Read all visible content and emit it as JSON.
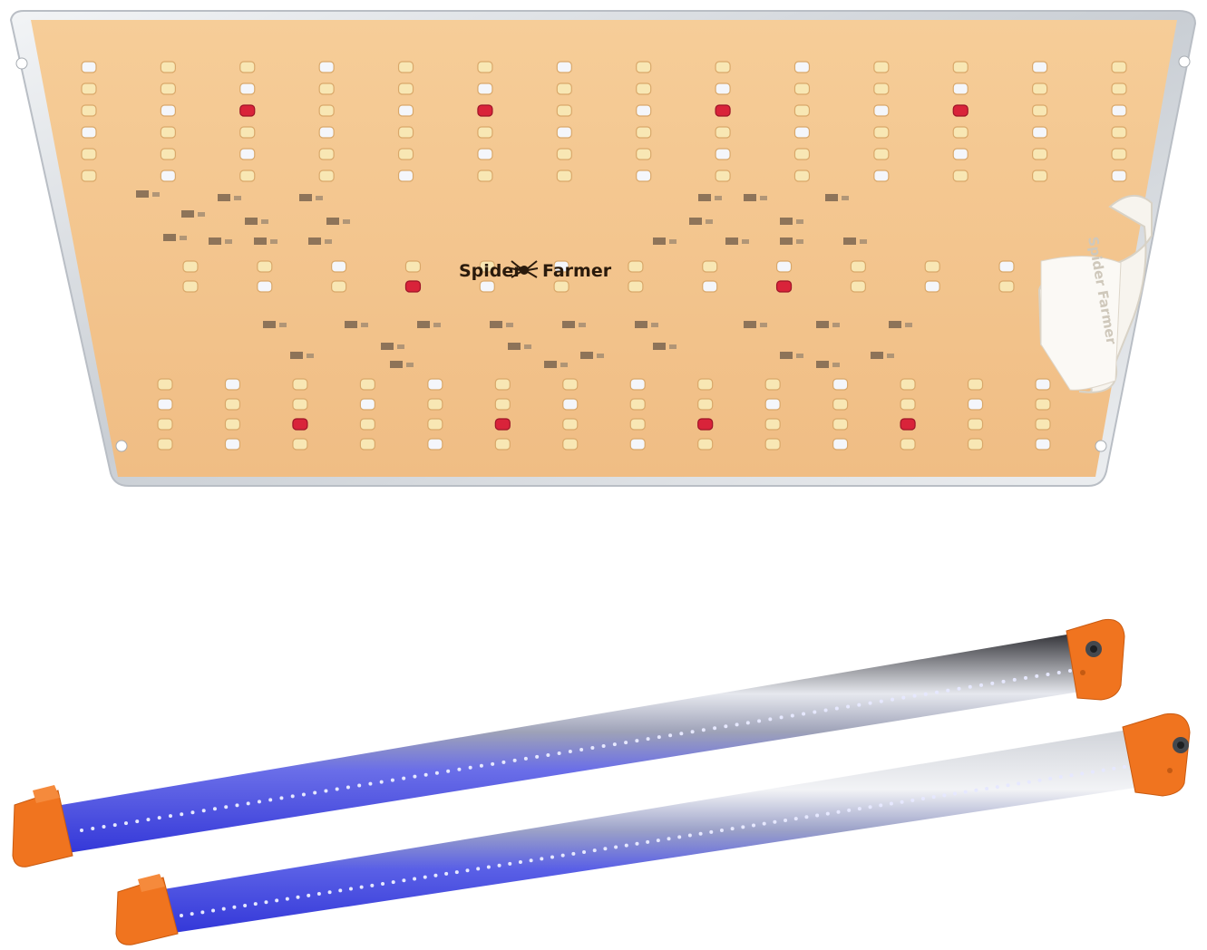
{
  "product": {
    "brand_text": "Spider Farmer",
    "brand_text_left": "Spider",
    "brand_text_right": "Farmer",
    "side_logo_text": "Spider Farmer"
  },
  "colors": {
    "board": "#f3c48f",
    "board_edge": "#e9b57c",
    "frame": "#d9dde2",
    "led_warm": "#f8e7b4",
    "led_white": "#f4f6fb",
    "led_red": "#d9233a",
    "bar_blue": "#3a3ee0",
    "bar_end_orange": "#f0741f"
  },
  "icons": {
    "brand_logo": "spider-icon",
    "side_clip": "mounting-bracket-icon"
  }
}
